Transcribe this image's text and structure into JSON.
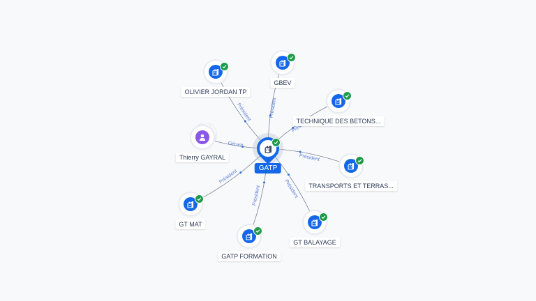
{
  "center": {
    "label": "GATP",
    "icon": "building-icon",
    "verified": true
  },
  "nodes": [
    {
      "id": "olivier",
      "label": "OLIVIER JORDAN TP",
      "icon": "building-icon",
      "verified": true,
      "type": "company",
      "relation": "Président"
    },
    {
      "id": "gbev",
      "label": "GBEV",
      "icon": "building-icon",
      "verified": true,
      "type": "company",
      "relation": "Président"
    },
    {
      "id": "technique",
      "label": "TECHNIQUE DES BETONS...",
      "icon": "building-icon",
      "verified": true,
      "type": "company",
      "relation": "Président"
    },
    {
      "id": "thierry",
      "label": "Thierry GAYRAL",
      "icon": "person-icon",
      "verified": false,
      "type": "person",
      "relation": "Gérant"
    },
    {
      "id": "transports",
      "label": "TRANSPORTS ET TERRAS...",
      "icon": "building-icon",
      "verified": true,
      "type": "company",
      "relation": "Président"
    },
    {
      "id": "gtmat",
      "label": "GT MAT",
      "icon": "building-icon",
      "verified": true,
      "type": "company",
      "relation": "Président"
    },
    {
      "id": "gtbalayage",
      "label": "GT BALAYAGE",
      "icon": "building-icon",
      "verified": true,
      "type": "company",
      "relation": "Président"
    },
    {
      "id": "gatpformation",
      "label": "GATP FORMATION",
      "icon": "building-icon",
      "verified": true,
      "type": "company",
      "relation": "Président"
    }
  ],
  "colors": {
    "company": "#1467e8",
    "person": "#8b57e8",
    "verified": "#1f9a4b",
    "edge": "#7a8599",
    "edge_label": "#5c7fd6"
  }
}
